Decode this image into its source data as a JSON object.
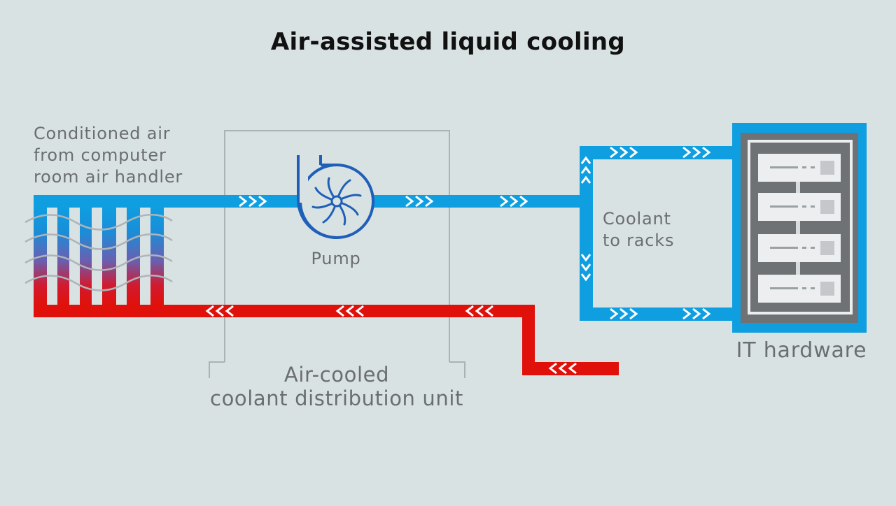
{
  "title": "Air-assisted liquid cooling",
  "labels": {
    "conditioned_air": [
      "Conditioned air",
      "from computer",
      "room air handler"
    ],
    "pump": "Pump",
    "coolant_to_racks": [
      "Coolant",
      "to racks"
    ],
    "cdu": [
      "Air-cooled",
      "coolant distribution unit"
    ],
    "it_hardware": "IT hardware"
  },
  "colors": {
    "background": "#d9e2e3",
    "cold_line": "#0f9ee0",
    "hot_line": "#e0110b",
    "pump_blue": "#1f5fb8",
    "label_gray": "#6b6e70",
    "enclosure_gray": "#aab2b6",
    "rack_gray": "#6f7275",
    "server_white": "#eceeef"
  },
  "icons": [
    "pump-icon",
    "server-rack-icon",
    "flow-chevrons",
    "heat-exchanger-coil",
    "airflow-waves"
  ]
}
